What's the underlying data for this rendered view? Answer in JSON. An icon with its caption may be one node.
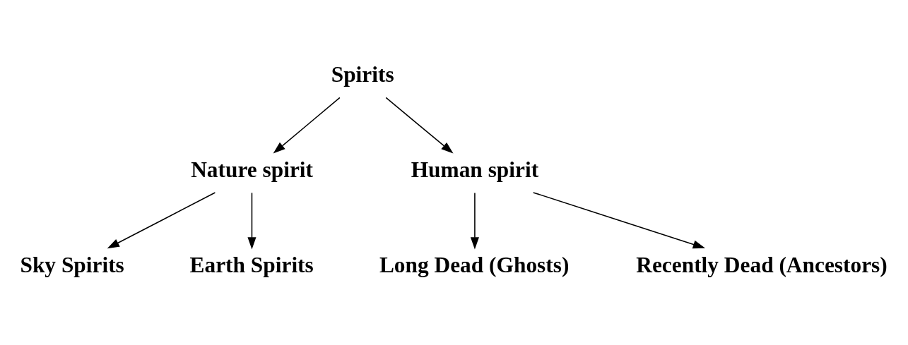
{
  "diagram": {
    "nodes": [
      {
        "text": [
          "Spirits"
        ]
      },
      {
        "text": [
          "Nature spirit"
        ]
      },
      {
        "text": [
          "Human spirit"
        ]
      },
      {
        "text": [
          "Sky Spirits"
        ]
      },
      {
        "text": [
          "Earth Spirits"
        ]
      },
      {
        "text": [
          "Long Dead (Ghosts)"
        ]
      },
      {
        "text": [
          "Recently Dead (Ancestors)"
        ]
      }
    ],
    "edges": [
      {
        "from": 0,
        "to": 1,
        "arrow": "to"
      },
      {
        "from": 0,
        "to": 2,
        "arrow": "to"
      },
      {
        "from": 1,
        "to": 3,
        "arrow": "to"
      },
      {
        "from": 1,
        "to": 4,
        "arrow": "to"
      },
      {
        "from": 2,
        "to": 5,
        "arrow": "to"
      },
      {
        "from": 2,
        "to": 6,
        "arrow": "to"
      }
    ]
  }
}
